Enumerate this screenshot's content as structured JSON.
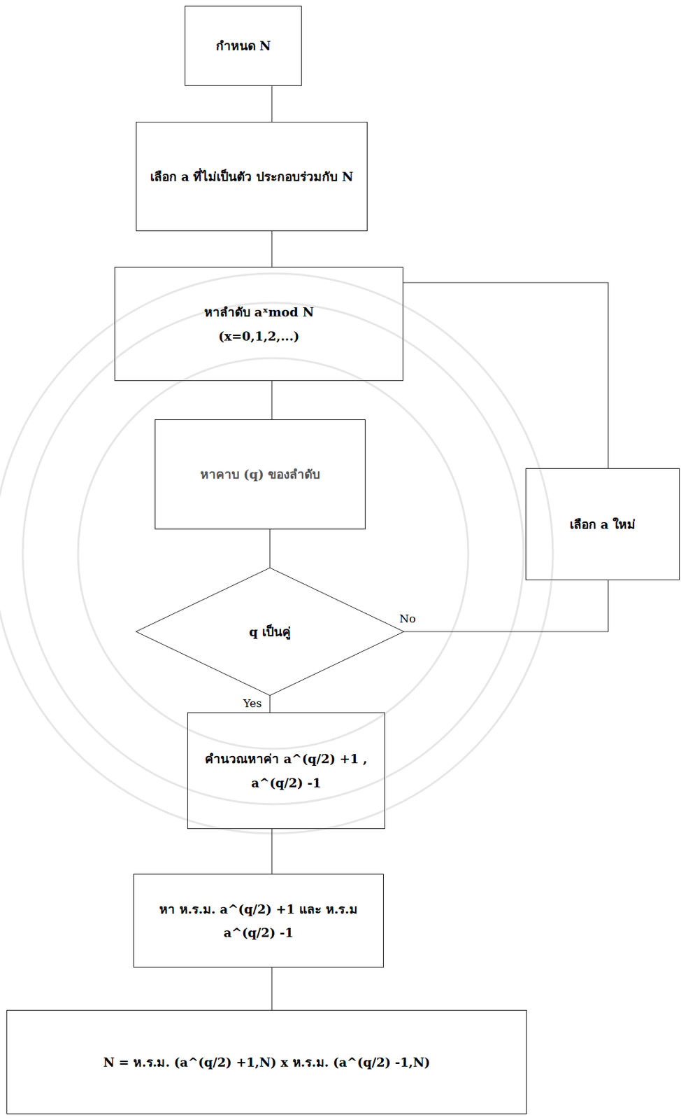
{
  "diagram": {
    "nodes": [
      {
        "text": [
          "กำหนด N"
        ]
      },
      {
        "text": [
          "เลือก a ที่ไม่เป็นตัว ประกอบร่วมกับ N"
        ]
      },
      {
        "text": [
          "หาลำดับ aˣmod N",
          "(x=0,1,2,...)"
        ]
      },
      {
        "text": [
          "หาคาบ (q) ของลำดับ"
        ]
      },
      {
        "text": [
          "q เป็นคู่"
        ]
      },
      {
        "text": [
          "คำนวณหาค่า a^(q/2) +1 , a^(q/2) -1"
        ]
      },
      {
        "text": [
          "หา ห.ร.ม. a^(q/2) +1 และ ห.ร.ม a^(q/2) -1"
        ]
      },
      {
        "text": [
          "N = ห.ร.ม. (a^(q/2) +1,N) x ห.ร.ม. (a^(q/2) -1,N)"
        ]
      },
      {
        "text": [
          "เลือก a ใหม่"
        ]
      }
    ],
    "edges": [
      {
        "from": 0,
        "to": 1,
        "arrow": "none"
      },
      {
        "from": 1,
        "to": 2,
        "arrow": "none"
      },
      {
        "from": 2,
        "to": 3,
        "arrow": "none"
      },
      {
        "from": 3,
        "to": 4,
        "arrow": "none"
      },
      {
        "from": 4,
        "to": 5,
        "label": "Yes",
        "arrow": "none"
      },
      {
        "from": 5,
        "to": 6,
        "arrow": "none"
      },
      {
        "from": 6,
        "to": 7,
        "arrow": "none"
      },
      {
        "from": 4,
        "to": 8,
        "label": "No",
        "arrow": "none"
      },
      {
        "from": 8,
        "to": 2,
        "arrow": "none"
      }
    ]
  }
}
